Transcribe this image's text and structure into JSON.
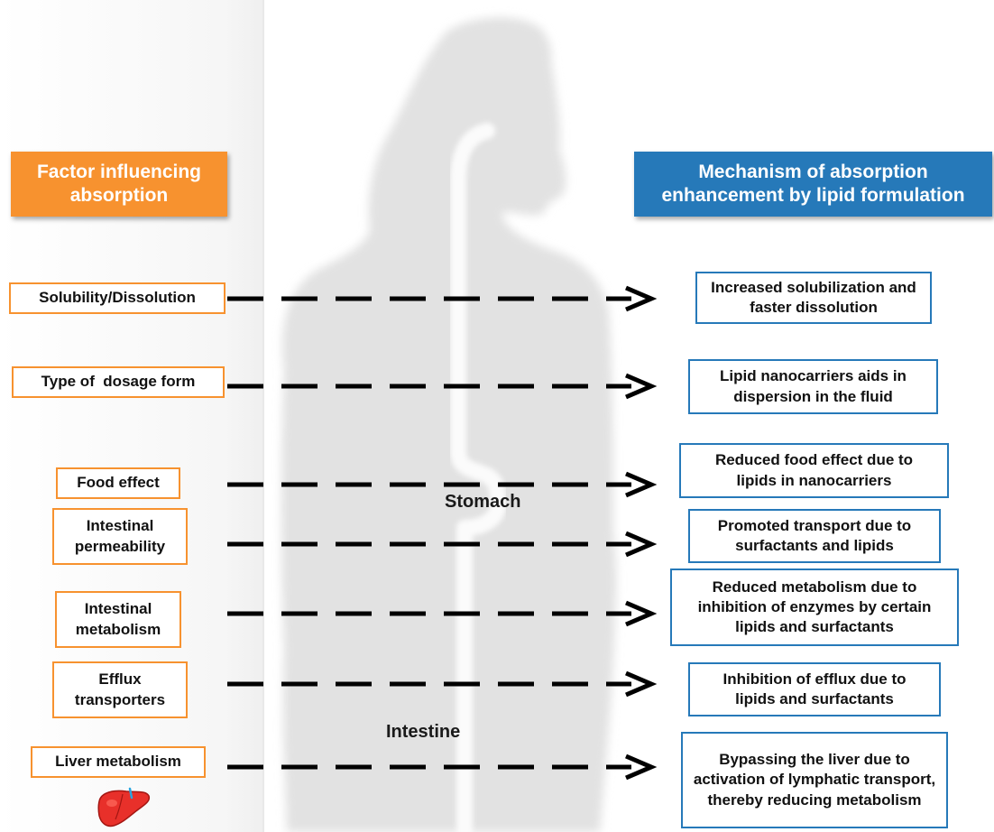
{
  "headers": {
    "factor": "Factor influencing absorption",
    "mechanism": "Mechanism of absorption enhancement by lipid formulation"
  },
  "labels": {
    "stomach": "Stomach",
    "intestine": "Intestine"
  },
  "colors": {
    "factor_accent": "#f7922f",
    "mechanism_accent": "#2679b9",
    "silhouette": "#e2e2e2",
    "gi_tract": "#fbfbfb",
    "arrow": "#000000",
    "liver": "#e8302a"
  },
  "rows": [
    {
      "factor": "Solubility/Dissolution",
      "mechanism": "Increased solubilization and faster dissolution"
    },
    {
      "factor": "Type of  dosage form",
      "mechanism": "Lipid nanocarriers aids in dispersion in the fluid"
    },
    {
      "factor": "Food effect",
      "mechanism": "Reduced food effect due to lipids in nanocarriers"
    },
    {
      "factor": "Intestinal permeability",
      "mechanism": "Promoted transport due to surfactants and lipids"
    },
    {
      "factor": "Intestinal metabolism",
      "mechanism": "Reduced metabolism due to inhibition of enzymes by certain lipids and surfactants"
    },
    {
      "factor": "Efflux transporters",
      "mechanism": "Inhibition of efflux due to lipids and surfactants"
    },
    {
      "factor": "Liver metabolism",
      "mechanism": "Bypassing the liver due to activation of lymphatic transport, thereby reducing metabolism"
    }
  ],
  "icons": {
    "liver": "liver-icon"
  }
}
